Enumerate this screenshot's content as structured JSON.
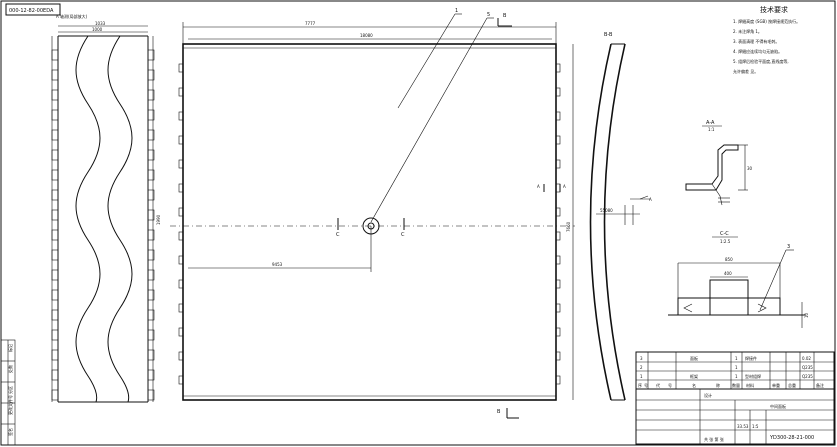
{
  "drawing": {
    "code_box": "000-12-82-00EDA",
    "view_a_title": "A 轴测(局部放大)",
    "top_dim_outer": "7777",
    "top_dim_inner": "18080",
    "leader_1": "1",
    "leader_5": "5",
    "leader_3": "3",
    "section_b_label": "B",
    "section_bb_title": "B-B",
    "section_aa_title": "A-A",
    "section_aa_scale": "1:1",
    "section_cc_title": "C-C",
    "section_cc_scale": "1:2.5",
    "section_a_left": "A",
    "section_a_right": "A",
    "section_c_left": "C",
    "section_c_right": "C",
    "dim_9453": "9453",
    "dim_cc_width": "850",
    "dim_cc_mid": "400",
    "dim_bb_base": "55080",
    "right_dim": "7660",
    "notes_title": "技术要求",
    "notes": [
      "1. 焊缝高度 (SGB) 按焊接规范执行。",
      "2. 未注焊角 1。",
      "3. 表面清理 不得有毛刺。",
      "4. 焊缝应连续均匀无缺陷。",
      "5. 组焊后检验平面度,直线度等,",
      "   允许偏差 见。"
    ]
  },
  "title_block": {
    "row1": [
      "3",
      "",
      "面板",
      "1",
      "焊接件",
      "",
      "0.02"
    ],
    "row2": [
      "2",
      "",
      "",
      "1",
      "",
      "",
      "Q235"
    ],
    "row3": [
      "1",
      "",
      "框架",
      "1",
      "型材组焊",
      "",
      "Q235"
    ],
    "header": [
      "序",
      "号",
      "代",
      "号",
      "名",
      "称",
      "数量",
      "材料",
      "单重",
      "总重",
      "备注"
    ],
    "designer_label": "设计",
    "drawing_name": "中间面板",
    "weight": "33.53",
    "scale": "1:5",
    "drawing_number": "YD300-28-21-000",
    "sheet": "共 张 第 张"
  },
  "left_strip": {
    "labels": [
      "标记",
      "处数",
      "分区",
      "更改文件号",
      "签名"
    ]
  }
}
